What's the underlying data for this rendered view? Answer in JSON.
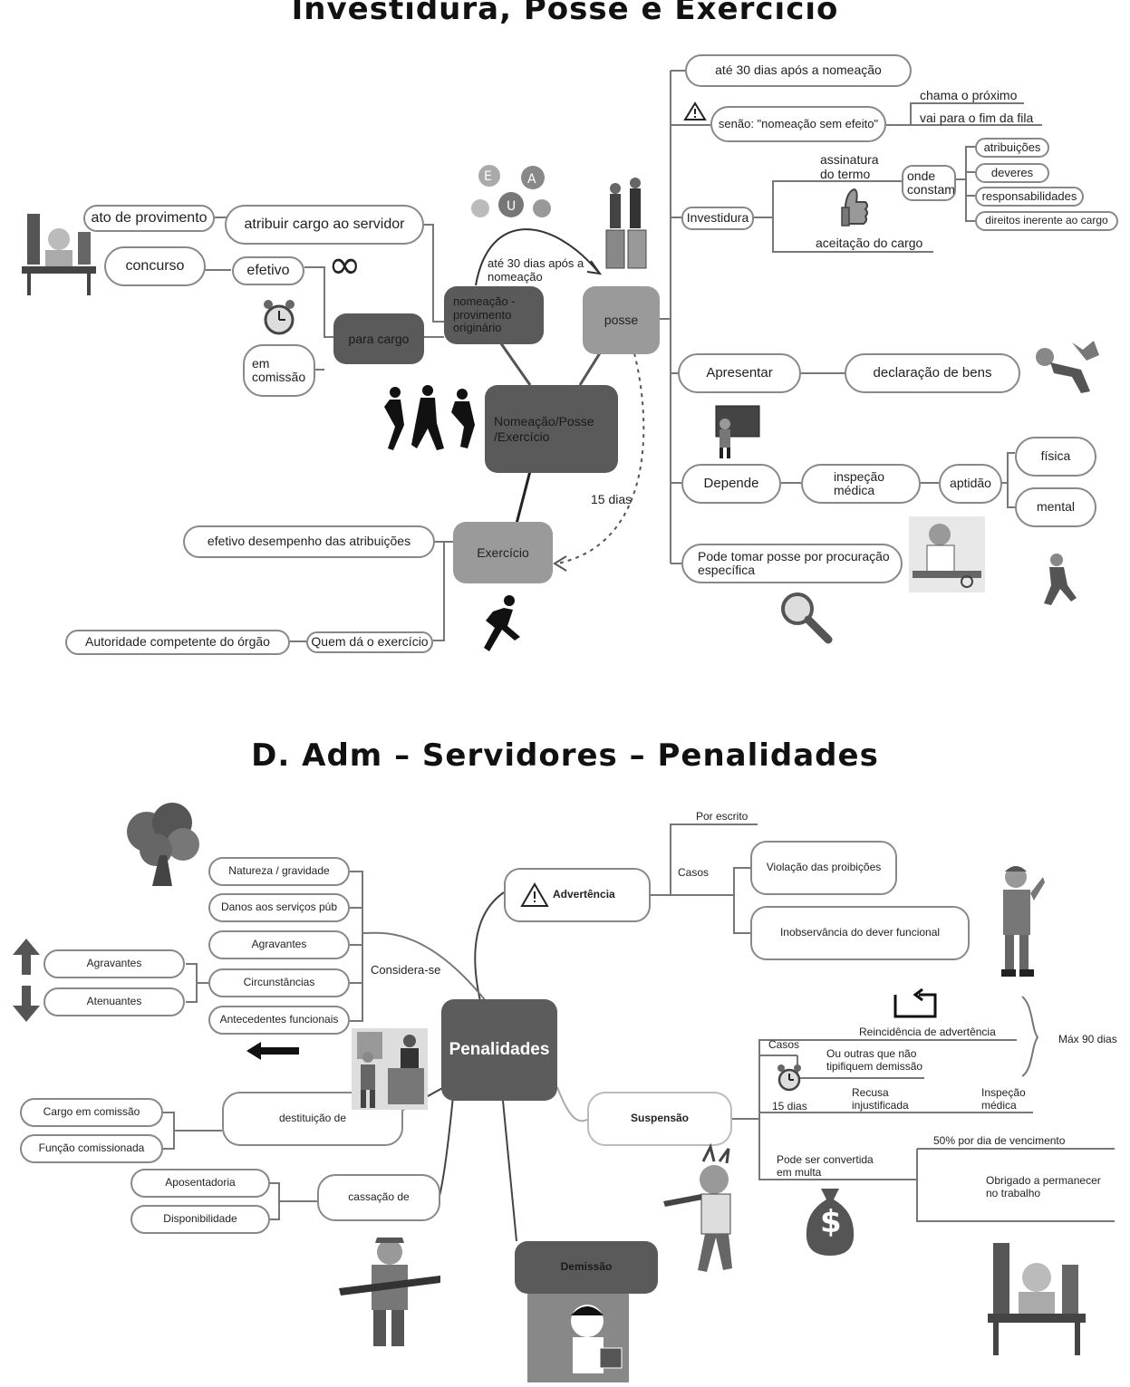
{
  "titles": {
    "top": "Investidura, Posse e Exercício",
    "bottom": "D. Adm – Servidores – Penalidades"
  },
  "top": {
    "central": "Nomeação/Posse /Exercício",
    "nomeacao": "nomeação - provimento originário",
    "posse": "posse",
    "exercicio": "Exercício",
    "para_cargo": "para cargo",
    "ato_provimento": "ato de provimento",
    "atribuir": "atribuir cargo ao servidor",
    "concurso": "concurso",
    "efetivo": "efetivo",
    "em_comissao": "em comissão",
    "ate30_arrow": "até 30 dias após a nomeação",
    "quinze_dias": "15 dias",
    "efetivo_desempenho": "efetivo desempenho das atribuições",
    "quem_da": "Quem dá o exercício",
    "autoridade": "Autoridade competente do órgão",
    "ate30": "até 30 dias após a nomeação",
    "senao": "senão: \"nomeação sem efeito\"",
    "chama": "chama o próximo",
    "vai_fim": "vai para o fim da fila",
    "investidura": "Investidura",
    "assinatura": "assinatura do termo",
    "aceitacao": "aceitação do cargo",
    "onde_constam": "onde constam",
    "atribuicoes": "atribuições",
    "deveres": "deveres",
    "responsabilidades": "responsabilidades",
    "direitos": "direitos inerente ao cargo",
    "apresentar": "Apresentar",
    "declaracao": "declaração de bens",
    "depende": "Depende",
    "inspecao": "inspeção médica",
    "aptidao": "aptidão",
    "fisica": "física",
    "mental": "mental",
    "procuracao": "Pode tomar posse por procuração específica",
    "infinity": "∞"
  },
  "bottom": {
    "central": "Penalidades",
    "advertencia": "Advertência",
    "por_escrito": "Por escrito",
    "casos": "Casos",
    "violacao": "Violação das proibições",
    "inobservancia": "Inobservância do dever funcional",
    "considera": "Considera-se",
    "natureza": "Natureza / gravidade",
    "danos": "Danos aos serviços púb",
    "agravantes": "Agravantes",
    "circunstancias": "Circunstâncias",
    "antecedentes": "Antecedentes funcionais",
    "agravantes_l": "Agravantes",
    "atenuantes": "Atenuantes",
    "destituicao": "destituição de",
    "cargo_comissao": "Cargo em comissão",
    "funcao_comissionada": "Função comissionada",
    "cassacao": "cassação de",
    "aposentadoria": "Aposentadoria",
    "disponibilidade": "Disponibilidade",
    "demissao": "Demissão",
    "suspensao": "Suspensão",
    "casos_s": "Casos",
    "reincidencia": "Reincidência de advertência",
    "outras": "Ou outras que não tipifiquem demissão",
    "max90": "Máx 90 dias",
    "quinze": "15 dias",
    "recusa": "Recusa injustificada",
    "inspecao_s": "Inspeção médica",
    "convertida": "Pode ser convertida em multa",
    "cinquenta": "50% por dia de vencimento",
    "obrigado": "Obrigado a permanecer no trabalho",
    "money": "$"
  }
}
